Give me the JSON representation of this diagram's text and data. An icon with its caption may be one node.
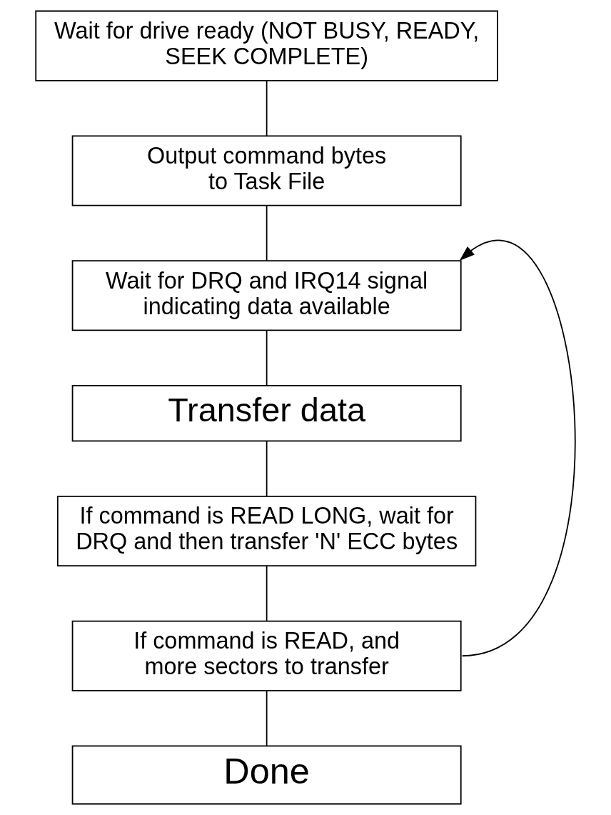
{
  "diagram": {
    "nodes": [
      {
        "text": [
          "Wait for drive ready (NOT BUSY, READY, SEEK COMPLETE)"
        ]
      },
      {
        "text": [
          "Output command bytes to Task File"
        ]
      },
      {
        "text": [
          "Wait for DRQ and IRQ14 signal indicating data available"
        ]
      },
      {
        "text": [
          "Transfer data"
        ]
      },
      {
        "text": [
          "If command is READ LONG, wait for DRQ and then transfer 'N' ECC bytes"
        ]
      },
      {
        "text": [
          "If command is READ, and more sectors to transfer"
        ]
      },
      {
        "text": [
          "Done"
        ]
      }
    ],
    "edges": [
      {
        "from": 0,
        "to": 1,
        "arrow": "none"
      },
      {
        "from": 1,
        "to": 2,
        "arrow": "none"
      },
      {
        "from": 2,
        "to": 3,
        "arrow": "none"
      },
      {
        "from": 3,
        "to": 4,
        "arrow": "none"
      },
      {
        "from": 4,
        "to": 5,
        "arrow": "none"
      },
      {
        "from": 5,
        "to": 6,
        "arrow": "none"
      },
      {
        "from": 5,
        "to": 2,
        "arrow": "to"
      }
    ]
  }
}
